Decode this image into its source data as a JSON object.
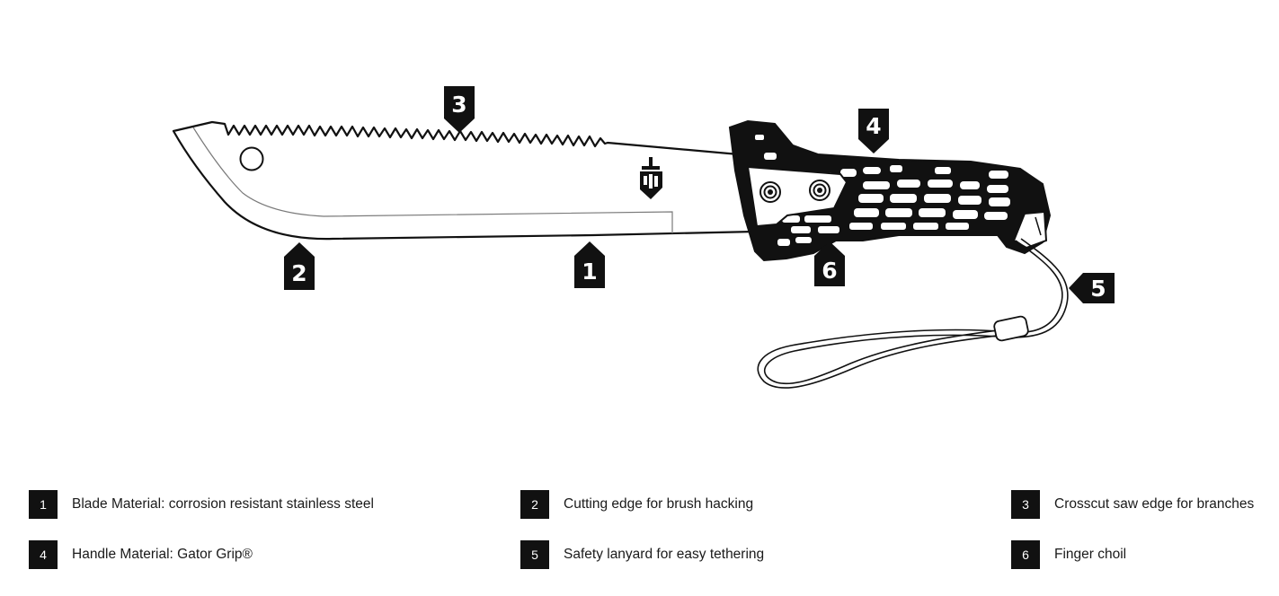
{
  "markers": [
    {
      "id": "1",
      "label": "1"
    },
    {
      "id": "2",
      "label": "2"
    },
    {
      "id": "3",
      "label": "3"
    },
    {
      "id": "4",
      "label": "4"
    },
    {
      "id": "5",
      "label": "5"
    },
    {
      "id": "6",
      "label": "6"
    }
  ],
  "legend": [
    {
      "number": "1",
      "text": "Blade Material: corrosion resistant stainless steel"
    },
    {
      "number": "2",
      "text": "Cutting edge for brush hacking"
    },
    {
      "number": "3",
      "text": "Crosscut saw edge for branches"
    },
    {
      "number": "4",
      "text": "Handle Material: Gator Grip®"
    },
    {
      "number": "5",
      "text": "Safety lanyard for easy tethering"
    },
    {
      "number": "6",
      "text": "Finger choil"
    }
  ],
  "colors": {
    "ink": "#111111",
    "background": "#ffffff"
  },
  "icons": [
    "gerber-logo-icon"
  ]
}
